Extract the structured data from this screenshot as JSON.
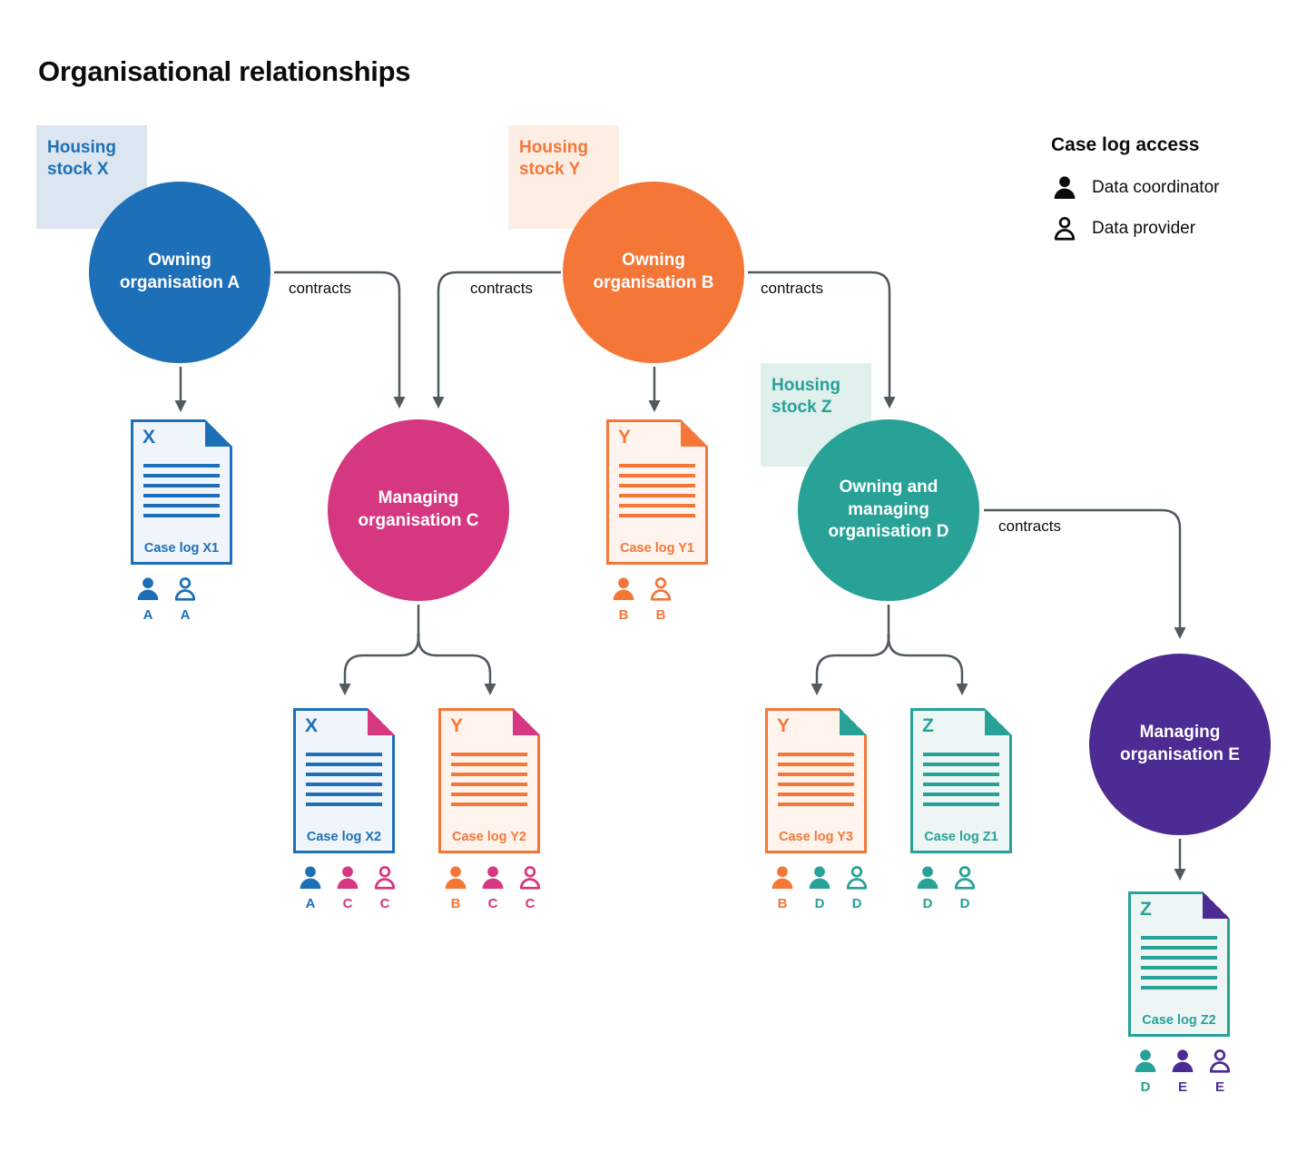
{
  "title": "Organisational relationships",
  "legend": {
    "title": "Case log access",
    "items": [
      {
        "icon": "data-coordinator-icon",
        "label": "Data coordinator"
      },
      {
        "icon": "data-provider-icon",
        "label": "Data provider"
      }
    ]
  },
  "housing_stocks": [
    {
      "id": "X",
      "label": "Housing stock X",
      "color": "#1d70b8"
    },
    {
      "id": "Y",
      "label": "Housing stock Y",
      "color": "#f47738"
    },
    {
      "id": "Z",
      "label": "Housing stock Z",
      "color": "#28a197"
    }
  ],
  "organisations": [
    {
      "id": "A",
      "label": "Owning organisation A",
      "color": "#1d70b8"
    },
    {
      "id": "B",
      "label": "Owning organisation B",
      "color": "#f47738"
    },
    {
      "id": "C",
      "label": "Managing organisation C",
      "color": "#d53880"
    },
    {
      "id": "D",
      "label": "Owning and managing organisation D",
      "color": "#28a197"
    },
    {
      "id": "E",
      "label": "Managing organisation E",
      "color": "#4c2c92"
    }
  ],
  "contracts": [
    {
      "from": "A",
      "to": "C",
      "label": "contracts"
    },
    {
      "from": "B",
      "to": "C",
      "label": "contracts"
    },
    {
      "from": "B",
      "to": "D",
      "label": "contracts"
    },
    {
      "from": "D",
      "to": "E",
      "label": "contracts"
    }
  ],
  "case_logs": [
    {
      "letter": "X",
      "label": "Case log X1",
      "doc_color": "#1d70b8",
      "fold_color": "#1d70b8",
      "access": [
        {
          "role": "data-coordinator",
          "org": "A"
        },
        {
          "role": "data-provider",
          "org": "A"
        }
      ]
    },
    {
      "letter": "Y",
      "label": "Case log Y1",
      "doc_color": "#f47738",
      "fold_color": "#f47738",
      "access": [
        {
          "role": "data-coordinator",
          "org": "B"
        },
        {
          "role": "data-provider",
          "org": "B"
        }
      ]
    },
    {
      "letter": "X",
      "label": "Case log X2",
      "doc_color": "#1d70b8",
      "fold_color": "#d53880",
      "access": [
        {
          "role": "data-coordinator",
          "org": "A"
        },
        {
          "role": "data-coordinator",
          "org": "C"
        },
        {
          "role": "data-provider",
          "org": "C"
        }
      ]
    },
    {
      "letter": "Y",
      "label": "Case log Y2",
      "doc_color": "#f47738",
      "fold_color": "#d53880",
      "access": [
        {
          "role": "data-coordinator",
          "org": "B"
        },
        {
          "role": "data-coordinator",
          "org": "C"
        },
        {
          "role": "data-provider",
          "org": "C"
        }
      ]
    },
    {
      "letter": "Y",
      "label": "Case log Y3",
      "doc_color": "#f47738",
      "fold_color": "#28a197",
      "access": [
        {
          "role": "data-coordinator",
          "org": "B"
        },
        {
          "role": "data-coordinator",
          "org": "D"
        },
        {
          "role": "data-provider",
          "org": "D"
        }
      ]
    },
    {
      "letter": "Z",
      "label": "Case log Z1",
      "doc_color": "#28a197",
      "fold_color": "#28a197",
      "access": [
        {
          "role": "data-coordinator",
          "org": "D"
        },
        {
          "role": "data-provider",
          "org": "D"
        }
      ]
    },
    {
      "letter": "Z",
      "label": "Case log Z2",
      "doc_color": "#28a197",
      "fold_color": "#4c2c92",
      "access": [
        {
          "role": "data-coordinator",
          "org": "D"
        },
        {
          "role": "data-coordinator",
          "org": "E"
        },
        {
          "role": "data-provider",
          "org": "E"
        }
      ]
    }
  ]
}
